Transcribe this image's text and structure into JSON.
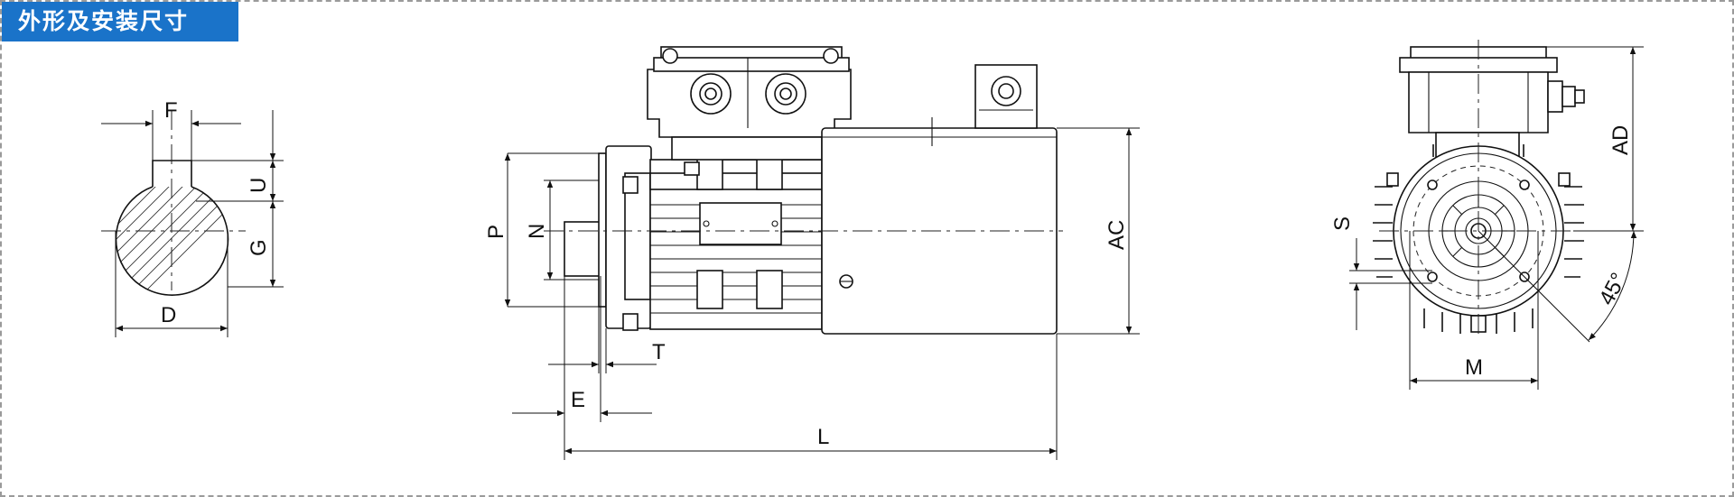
{
  "title": "外形及安装尺寸",
  "labels": {
    "F": "F",
    "U": "U",
    "G": "G",
    "D": "D",
    "P": "P",
    "N": "N",
    "T": "T",
    "E": "E",
    "L": "L",
    "AC": "AC",
    "AD": "AD",
    "S": "S",
    "M": "M",
    "angle": "45°"
  },
  "colors": {
    "accent": "#1a73c9",
    "line": "#111111",
    "border": "#9a9a9a"
  }
}
